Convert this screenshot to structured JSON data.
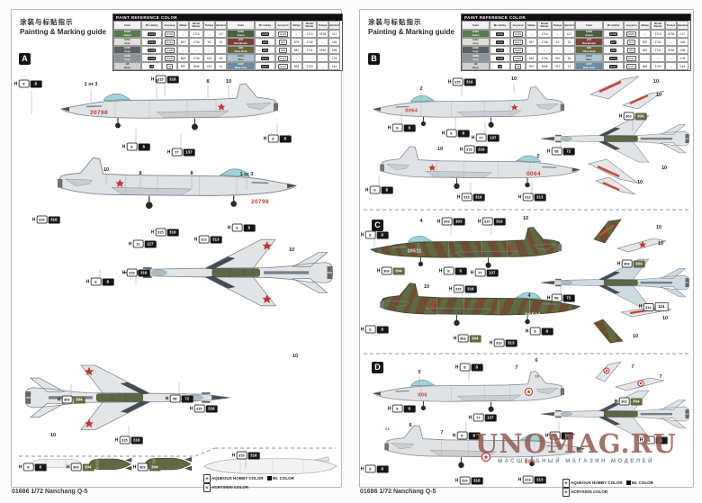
{
  "header": {
    "title_cn": "涂装与标贴指示",
    "title_en": "Painting & Marking guide"
  },
  "footer": "01686 1/72 Nanchang Q-5",
  "sections": {
    "a": "A",
    "b": "B",
    "c": "C",
    "d": "D"
  },
  "aircraft_numbers": {
    "a": "20798",
    "b": "0064",
    "c": "30511",
    "d": "006",
    "d_tail": "06"
  },
  "legend": {
    "h_chip": "H",
    "h_label": "AQUEOUS HOBBY COLOR",
    "mr_label": "Mr. COLOR",
    "n_chip": "N",
    "n_label": "ACRYSION COLOR"
  },
  "watermark": {
    "title": "UNOMAG.RU",
    "subtitle": "МАСШТАБНЫЙ МАГАЗИН МОДЕЛЕЙ"
  },
  "colors": {
    "accent_red": "#c5352c",
    "camo_green": "#5d6b3f",
    "camo_brown": "#6f4c33",
    "silver": "#dfe3e6",
    "belly_blue": "#cfdbe3",
    "callout_black": "#161616",
    "callout_olive": "#5f6b42"
  },
  "paint_table": {
    "title": "PAINT REFERENCE COLOR",
    "headers": [
      "Color",
      "Mr. Hobby",
      "Acrysion",
      "Vallejo",
      "Model Master",
      "Tamiya",
      "Humbrol"
    ],
    "groups": [
      [
        {
          "n1": "H303",
          "n2": "Green",
          "hex": "#567c4b",
          "dark": false,
          "mr": "H303",
          "acr": "N303",
          "v": "–",
          "mm": "1713",
          "ta": "–",
          "hu": "117"
        },
        {
          "n1": "H311",
          "n2": "Gray",
          "hex": "#dedfd7",
          "dark": true,
          "mr": "H311",
          "acr": "N311",
          "v": "897",
          "mm": "1745",
          "ta": "X2",
          "hu": "22"
        },
        {
          "n1": "H305",
          "n2": "Gray",
          "hex": "#5a6066",
          "dark": false,
          "mr": "H305",
          "acr": "N305",
          "v": "–",
          "mm": "–",
          "ta": "–",
          "hu": "–"
        },
        {
          "n1": "H306",
          "n2": "Gray",
          "hex": "#8d9398",
          "dark": false,
          "mr": "H306",
          "acr": "N306",
          "v": "863",
          "mm": "1736",
          "ta": "X10",
          "hu": "53"
        },
        {
          "n1": "H8",
          "n2": "Silver",
          "hex": "#cdd1d4",
          "dark": true,
          "mr": "H8",
          "acr": "N8",
          "v": "997",
          "mm": "1546",
          "ta": "X11",
          "hu": "11"
        }
      ],
      [
        {
          "n1": "H309",
          "n2": "Green",
          "hex": "#48603c",
          "dark": false,
          "mr": "H309",
          "acr": "N309",
          "v": "–",
          "mm": "1713",
          "ta": "XF26",
          "hu": "117"
        },
        {
          "n1": "H47",
          "n2": "Red Brown",
          "hex": "#7a4038",
          "dark": false,
          "mr": "H47",
          "acr": "N47",
          "v": "879",
          "mm": "1742",
          "ta": "–",
          "hu": "118"
        },
        {
          "n1": "H52",
          "n2": "Olive Drab",
          "hex": "#65683d",
          "dark": false,
          "mr": "H52",
          "acr": "N52",
          "v": "887",
          "mm": "1711",
          "ta": "XF62",
          "hu": "155"
        },
        {
          "n1": "H314",
          "n2": "Blue",
          "hex": "#a9c7d2",
          "dark": true,
          "mr": "H314",
          "acr": "N314",
          "v": "–",
          "mm": "–",
          "ta": "–",
          "hu": "175"
        },
        {
          "n1": "H337",
          "n2": "Blue Gray",
          "hex": "#6e8aa0",
          "dark": false,
          "mr": "H337",
          "acr": "N337",
          "v": "863",
          "mm": "1720",
          "ta": "–",
          "hu": "144"
        }
      ]
    ]
  },
  "pages": {
    "left": {
      "callouts": [
        [
          18,
          82,
          "8",
          "8",
          "k"
        ],
        [
          170,
          77,
          "315",
          "316",
          "k"
        ],
        [
          138,
          152,
          "8",
          "8",
          "k"
        ],
        [
          188,
          158,
          "77",
          "137",
          "k"
        ],
        [
          295,
          143,
          "8",
          "8",
          "k"
        ],
        [
          38,
          233,
          "315",
          "316",
          "k"
        ],
        [
          170,
          247,
          "315",
          "316",
          "k"
        ],
        [
          145,
          260,
          "11",
          "127",
          "k"
        ],
        [
          218,
          255,
          "313",
          "313",
          "k"
        ],
        [
          255,
          242,
          "8",
          "8",
          "k"
        ],
        [
          98,
          302,
          "8",
          "8",
          "k"
        ],
        [
          138,
          292,
          "315",
          "316",
          "k"
        ],
        [
          66,
          433,
          "303",
          "304",
          "o"
        ],
        [
          186,
          432,
          "58",
          "72",
          "k"
        ],
        [
          213,
          443,
          "315",
          "316",
          "k"
        ],
        [
          130,
          478,
          "315",
          "316",
          "k"
        ],
        [
          23,
          508,
          "8",
          "8",
          "k"
        ],
        [
          76,
          508,
          "303",
          "304",
          "o"
        ],
        [
          150,
          508,
          "303",
          "304",
          "o"
        ],
        [
          260,
          495,
          "315",
          "316",
          "k"
        ]
      ],
      "labels": [
        [
          88,
          83,
          "1 or 3"
        ],
        [
          161,
          80,
          "8"
        ],
        [
          218,
          80,
          "8"
        ],
        [
          241,
          80,
          "10"
        ],
        [
          105,
          178,
          "10"
        ],
        [
          143,
          182,
          "8"
        ],
        [
          200,
          182,
          "8"
        ],
        [
          261,
          183,
          "1 or 3"
        ],
        [
          311,
          267,
          "10"
        ],
        [
          315,
          385,
          "10"
        ],
        [
          46,
          473,
          "10"
        ]
      ]
    },
    "right": {
      "callouts": [
        [
          113,
          80,
          "315",
          "316",
          "k"
        ],
        [
          46,
          131,
          "8",
          "8",
          "k"
        ],
        [
          106,
          137,
          "8",
          "8",
          "k"
        ],
        [
          139,
          142,
          "77",
          "137",
          "k"
        ],
        [
          126,
          155,
          "315",
          "316",
          "k"
        ],
        [
          21,
          200,
          "8",
          "8",
          "k"
        ],
        [
          123,
          208,
          "315",
          "316",
          "k"
        ],
        [
          191,
          208,
          "313",
          "313",
          "k"
        ],
        [
          303,
          118,
          "303",
          "304",
          "o"
        ],
        [
          223,
          157,
          "58",
          "72",
          "k"
        ],
        [
          101,
          235,
          "303",
          "303",
          "k"
        ],
        [
          146,
          235,
          "310",
          "310",
          "k"
        ],
        [
          16,
          250,
          "8",
          "8",
          "k"
        ],
        [
          34,
          290,
          "303",
          "304",
          "o"
        ],
        [
          103,
          290,
          "8",
          "8",
          "k"
        ],
        [
          138,
          292,
          "77",
          "137",
          "k"
        ],
        [
          114,
          310,
          "315",
          "316",
          "k"
        ],
        [
          16,
          355,
          "8",
          "8",
          "k"
        ],
        [
          119,
          365,
          "303",
          "304",
          "o"
        ],
        [
          159,
          370,
          "313",
          "313",
          "k"
        ],
        [
          199,
          357,
          "8",
          "8",
          "k"
        ],
        [
          301,
          282,
          "303",
          "304",
          "o"
        ],
        [
          223,
          320,
          "58",
          "72",
          "k"
        ],
        [
          326,
          330,
          "314",
          "114",
          "w"
        ],
        [
          121,
          397,
          "8",
          "8",
          "k"
        ],
        [
          46,
          443,
          "8",
          "8",
          "k"
        ],
        [
          136,
          453,
          "77",
          "137",
          "k"
        ],
        [
          118,
          473,
          "8",
          "8",
          "k"
        ],
        [
          16,
          510,
          "8",
          "8",
          "k"
        ],
        [
          121,
          523,
          "315",
          "316",
          "k"
        ],
        [
          191,
          522,
          "313",
          "313",
          "k"
        ],
        [
          298,
          435,
          "303",
          "304",
          "o"
        ],
        [
          221,
          473,
          "58",
          "72",
          "k"
        ],
        [
          326,
          478,
          "1",
          "1",
          "k"
        ]
      ],
      "labels": [
        [
          68,
          88,
          "2"
        ],
        [
          171,
          77,
          "10"
        ],
        [
          89,
          155,
          "10"
        ],
        [
          198,
          163,
          "2"
        ],
        [
          329,
          80,
          "10"
        ],
        [
          332,
          95,
          "10"
        ],
        [
          338,
          176,
          "10"
        ],
        [
          311,
          192,
          "10"
        ],
        [
          68,
          235,
          "4"
        ],
        [
          184,
          232,
          "10"
        ],
        [
          74,
          308,
          "10"
        ],
        [
          188,
          318,
          "4"
        ],
        [
          332,
          242,
          "10"
        ],
        [
          334,
          260,
          "10"
        ],
        [
          339,
          343,
          "10"
        ],
        [
          306,
          363,
          "10"
        ],
        [
          66,
          403,
          "5"
        ],
        [
          174,
          398,
          "7"
        ],
        [
          196,
          390,
          "6"
        ],
        [
          56,
          462,
          "6"
        ],
        [
          91,
          470,
          "7"
        ],
        [
          303,
          397,
          "7"
        ],
        [
          334,
          408,
          "7"
        ]
      ]
    }
  }
}
